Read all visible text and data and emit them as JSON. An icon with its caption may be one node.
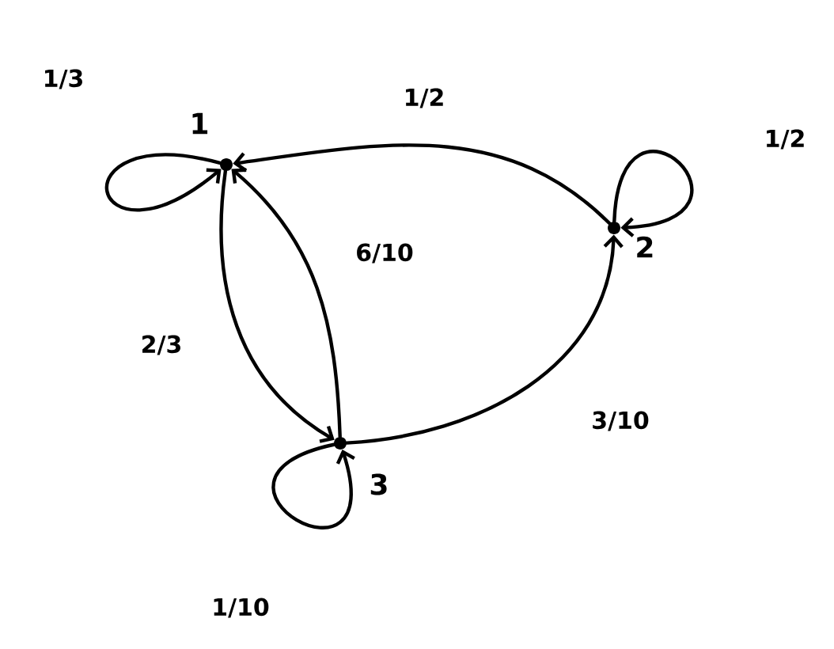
{
  "diagram": {
    "nodes": [
      {
        "text": [],
        "shape": "circle",
        "beside": [
          "1"
        ]
      },
      {
        "text": [],
        "shape": "circle",
        "beside": [
          "2"
        ]
      },
      {
        "text": [],
        "shape": "circle",
        "beside": [
          "3"
        ]
      }
    ],
    "edges": [
      {
        "from": 0,
        "to": 0,
        "arrow": "to",
        "label": "1/3"
      },
      {
        "from": 1,
        "to": 0,
        "arrow": "to",
        "label": "1/2"
      },
      {
        "from": 1,
        "to": 1,
        "arrow": "to",
        "label": "1/2"
      },
      {
        "from": 0,
        "to": 2,
        "arrow": "to",
        "label": "2/3"
      },
      {
        "from": 2,
        "to": 0,
        "arrow": "to",
        "label": "6/10"
      },
      {
        "from": 2,
        "to": 1,
        "arrow": "to",
        "label": "3/10"
      },
      {
        "from": 2,
        "to": 2,
        "arrow": "to",
        "label": "1/10"
      }
    ]
  }
}
